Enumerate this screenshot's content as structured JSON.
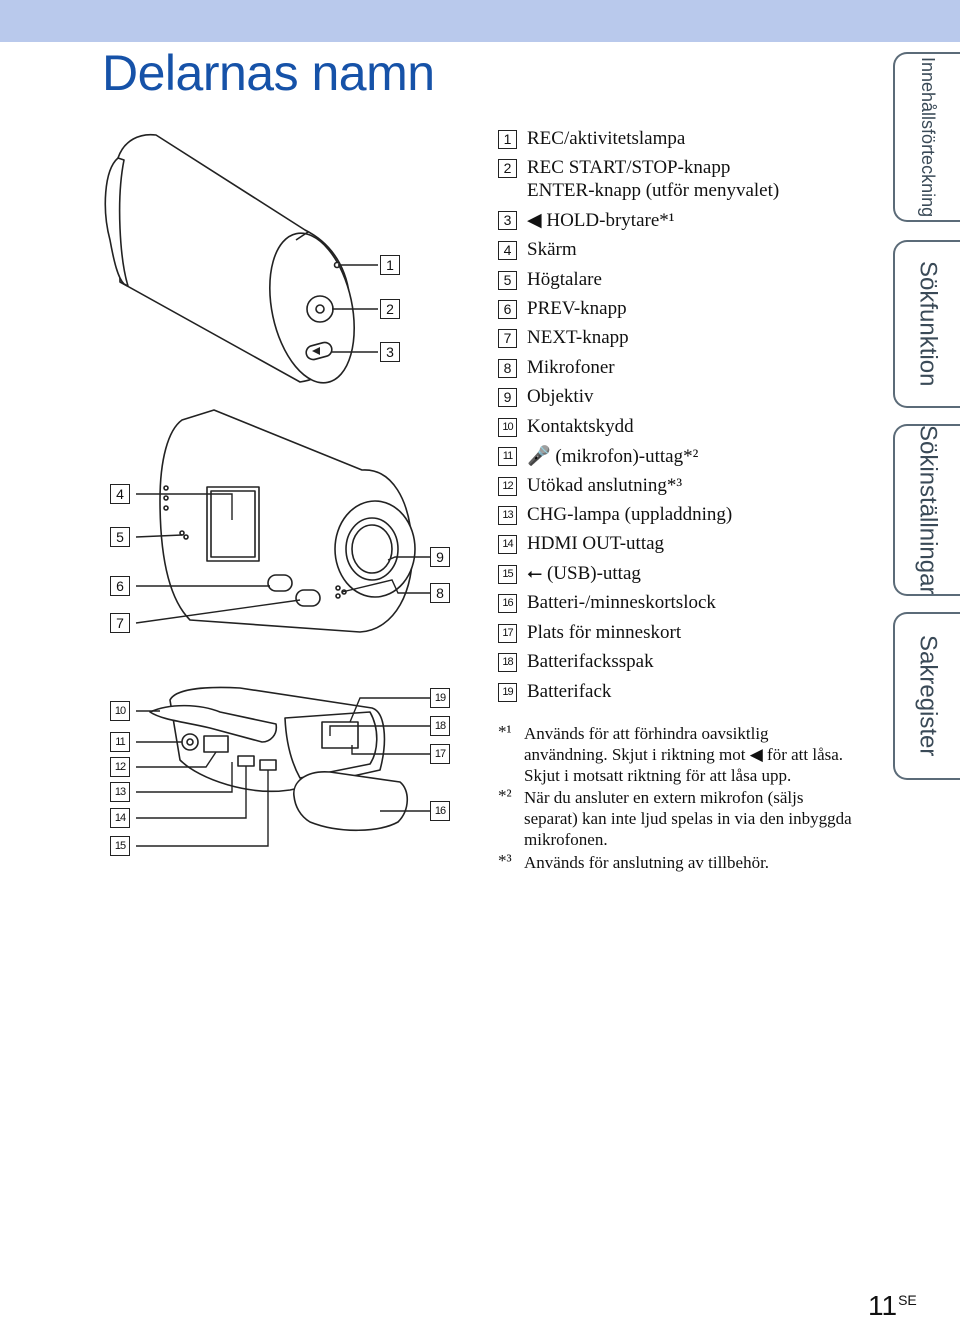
{
  "header": {
    "title": "Delarnas namn"
  },
  "sidebar": {
    "tabs": [
      {
        "label": "Innehållsförteckning"
      },
      {
        "label": "Sökfunktion"
      },
      {
        "label": "Sökinställningar"
      },
      {
        "label": "Sakregister"
      }
    ]
  },
  "parts": [
    {
      "num": "1",
      "label": "REC/aktivitetslampa"
    },
    {
      "num": "2",
      "label": "REC START/STOP-knapp"
    },
    {
      "num": "",
      "label": "ENTER-knapp (utför menyvalet)"
    },
    {
      "num": "3",
      "label": "◀ HOLD-brytare*¹"
    },
    {
      "num": "4",
      "label": "Skärm"
    },
    {
      "num": "5",
      "label": "Högtalare"
    },
    {
      "num": "6",
      "label": "PREV-knapp"
    },
    {
      "num": "7",
      "label": "NEXT-knapp"
    },
    {
      "num": "8",
      "label": "Mikrofoner"
    },
    {
      "num": "9",
      "label": "Objektiv"
    },
    {
      "num": "10",
      "label": "Kontaktskydd"
    },
    {
      "num": "11",
      "label": "🎤 (mikrofon)-uttag*²"
    },
    {
      "num": "12",
      "label": "Utökad anslutning*³"
    },
    {
      "num": "13",
      "label": "CHG-lampa (uppladdning)"
    },
    {
      "num": "14",
      "label": "HDMI OUT-uttag"
    },
    {
      "num": "15",
      "label": "⭠ (USB)-uttag"
    },
    {
      "num": "16",
      "label": "Batteri-/minneskortslock"
    },
    {
      "num": "17",
      "label": "Plats för minneskort"
    },
    {
      "num": "18",
      "label": "Batterifacksspak"
    },
    {
      "num": "19",
      "label": "Batterifack"
    }
  ],
  "footnotes": [
    {
      "mark": "*¹",
      "lines": [
        "Används för att förhindra oavsiktlig",
        "användning. Skjut i riktning mot ◀ för att låsa.",
        "Skjut i motsatt riktning för att låsa upp."
      ]
    },
    {
      "mark": "*²",
      "lines": [
        "När du ansluter en extern mikrofon (säljs",
        "separat) kan inte ljud spelas in via den inbyggda",
        "mikrofonen."
      ]
    },
    {
      "mark": "*³",
      "lines": [
        "Används för anslutning av tillbehör."
      ]
    }
  ],
  "diagram": {
    "callouts": [
      "1",
      "2",
      "3",
      "4",
      "5",
      "6",
      "7",
      "9",
      "8",
      "10",
      "11",
      "12",
      "13",
      "14",
      "15",
      "19",
      "18",
      "17",
      "16"
    ]
  },
  "page": {
    "number": "11",
    "suffix": "SE"
  }
}
